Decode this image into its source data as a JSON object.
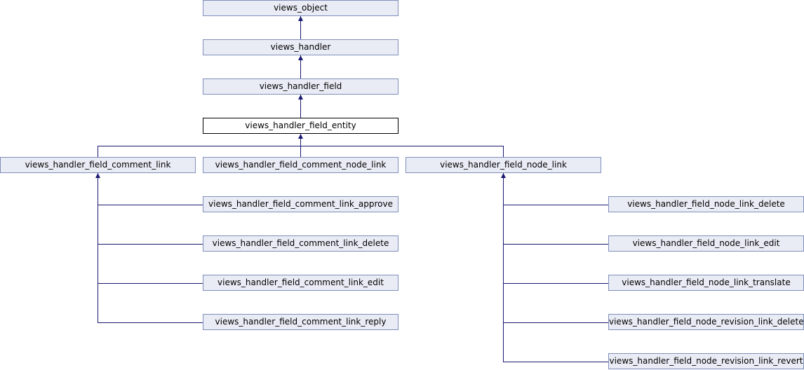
{
  "colors": {
    "node_fill": "#e9ecf5",
    "node_border": "#7f8fba",
    "current_node_fill": "#ffffff",
    "current_node_border": "#000000",
    "edge": "#191970"
  },
  "nodes": {
    "views_object": "views_object",
    "views_handler": "views_handler",
    "views_handler_field": "views_handler_field",
    "views_handler_field_entity": "views_handler_field_entity",
    "comment_link": "views_handler_field_comment_link",
    "comment_node_link": "views_handler_field_comment_node_link",
    "node_link": "views_handler_field_node_link",
    "comment_link_approve": "views_handler_field_comment_link_approve",
    "comment_link_delete": "views_handler_field_comment_link_delete",
    "comment_link_edit": "views_handler_field_comment_link_edit",
    "comment_link_reply": "views_handler_field_comment_link_reply",
    "node_link_delete": "views_handler_field_node_link_delete",
    "node_link_edit": "views_handler_field_node_link_edit",
    "node_link_translate": "views_handler_field_node_link_translate",
    "node_revision_link_delete": "views_handler_field_node_revision_link_delete",
    "node_revision_link_revert": "views_handler_field_node_revision_link_revert"
  },
  "edges": [
    [
      "views_handler",
      "views_object"
    ],
    [
      "views_handler_field",
      "views_handler"
    ],
    [
      "views_handler_field_entity",
      "views_handler_field"
    ],
    [
      "comment_link",
      "views_handler_field_entity"
    ],
    [
      "comment_node_link",
      "views_handler_field_entity"
    ],
    [
      "node_link",
      "views_handler_field_entity"
    ],
    [
      "comment_link_approve",
      "comment_link"
    ],
    [
      "comment_link_delete",
      "comment_link"
    ],
    [
      "comment_link_edit",
      "comment_link"
    ],
    [
      "comment_link_reply",
      "comment_link"
    ],
    [
      "node_link_delete",
      "node_link"
    ],
    [
      "node_link_edit",
      "node_link"
    ],
    [
      "node_link_translate",
      "node_link"
    ],
    [
      "node_revision_link_delete",
      "node_link"
    ],
    [
      "node_revision_link_revert",
      "node_link"
    ]
  ]
}
